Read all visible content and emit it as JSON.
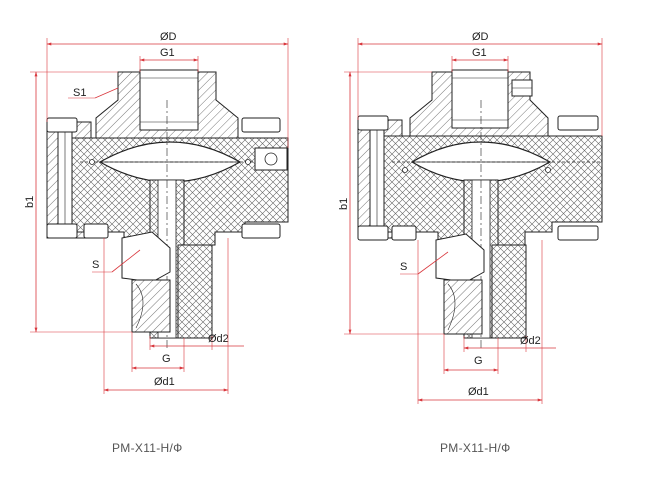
{
  "colors": {
    "dimension_line": "#d9373d",
    "outline": "#222222",
    "hatch": "#555555",
    "background": "#ffffff"
  },
  "left_drawing": {
    "caption": "PM-X11-Н/Ф",
    "labels": {
      "outer_diameter": "ØD",
      "top_thread": "G1",
      "surface": "S1",
      "height": "b1",
      "wrench": "S",
      "shank_diameter": "Ød2",
      "bottom_thread": "G",
      "flange_diameter": "Ød1"
    }
  },
  "right_drawing": {
    "caption": "PM-X11-Н/Ф",
    "labels": {
      "outer_diameter": "ØD",
      "top_thread": "G1",
      "height": "b1",
      "wrench": "S",
      "shank_diameter": "Ød2",
      "bottom_thread": "G",
      "flange_diameter": "Ød1"
    }
  }
}
